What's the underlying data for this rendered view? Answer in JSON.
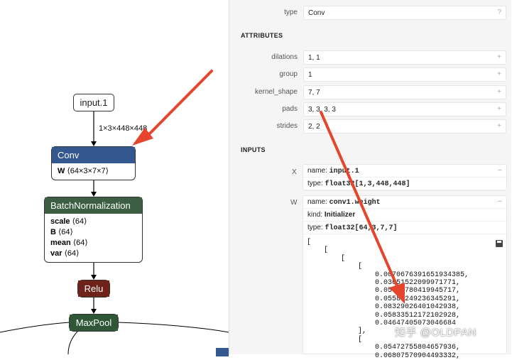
{
  "graph": {
    "input_node": {
      "label": "input.1"
    },
    "edge_label": "1×3×448×448",
    "nodes": [
      {
        "id": "conv",
        "title": "Conv",
        "params": [
          {
            "name": "W",
            "value": "⟨64×3×7×7⟩"
          }
        ]
      },
      {
        "id": "bn",
        "title": "BatchNormalization",
        "params": [
          {
            "name": "scale",
            "value": "⟨64⟩"
          },
          {
            "name": "B",
            "value": "⟨64⟩"
          },
          {
            "name": "mean",
            "value": "⟨64⟩"
          },
          {
            "name": "var",
            "value": "⟨64⟩"
          }
        ]
      },
      {
        "id": "relu",
        "title": "Relu",
        "params": []
      },
      {
        "id": "maxpool",
        "title": "MaxPool",
        "params": []
      }
    ]
  },
  "panel": {
    "type_label": "type",
    "type_value": "Conv",
    "type_action": "?",
    "attributes_header": "ATTRIBUTES",
    "attributes": [
      {
        "name": "dilations",
        "value": "1, 1"
      },
      {
        "name": "group",
        "value": "1"
      },
      {
        "name": "kernel_shape",
        "value": "7, 7"
      },
      {
        "name": "pads",
        "value": "3, 3, 3, 3"
      },
      {
        "name": "strides",
        "value": "2, 2"
      }
    ],
    "attr_action": "+",
    "inputs_header": "INPUTS",
    "inputs": {
      "x": {
        "label": "X",
        "name_key": "name:",
        "name": "input.1",
        "type_key": "type:",
        "type": "float32[1,3,448,448]",
        "action": "−"
      },
      "w": {
        "label": "W",
        "name_key": "name:",
        "name": "conv1.weight",
        "kind_key": "kind:",
        "kind": "Initializer",
        "type_key": "type:",
        "type": "float32[64,3,7,7]",
        "action": "−"
      }
    },
    "tensor_text": "[\n    [\n        [\n            [\n                0.0070676391651934385,\n                0.03651522099971771,\n                0.05861780419945717,\n                0.05588249236345291,\n                0.08329026401042938,\n                0.05833512172102928,\n                0.04647405073046684\n            ],\n            [\n                0.05472755804657936,\n                0.06807570904493332,"
  },
  "watermark": "知乎 @OLDPAN",
  "colors": {
    "conv": "#33578f",
    "batchnorm": "#3c5f44",
    "relu": "#6e2219",
    "maxpool": "#2f5636",
    "arrow": "#e5452d"
  }
}
